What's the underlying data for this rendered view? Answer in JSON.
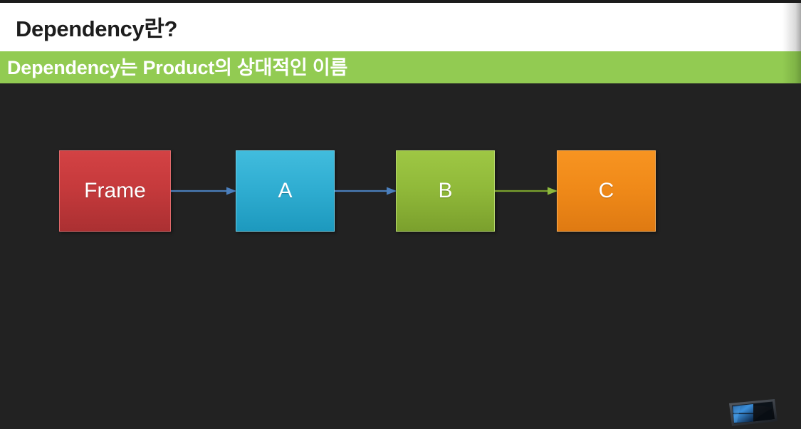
{
  "slide": {
    "title": "Dependency란?",
    "subtitle": "Dependency는 Product의 상대적인 이름",
    "background_color": "#222222",
    "header_background": "#ffffff",
    "subtitle_background": "#92cb52",
    "title_color": "#1d1d1d",
    "subtitle_color": "#ffffff"
  },
  "diagram": {
    "nodes": [
      {
        "id": "frame",
        "label": "Frame",
        "color_top": "#d34244",
        "color_bottom": "#ab3032"
      },
      {
        "id": "a",
        "label": "A",
        "color_top": "#41bcdd",
        "color_bottom": "#1d99be"
      },
      {
        "id": "b",
        "label": "B",
        "color_top": "#9ec744",
        "color_bottom": "#7ba02d"
      },
      {
        "id": "c",
        "label": "C",
        "color_top": "#f79421",
        "color_bottom": "#df7a12"
      }
    ],
    "connectors": [
      {
        "id": "frame-to-a",
        "from": "Frame",
        "to": "A",
        "color": "#4a7ebb"
      },
      {
        "id": "a-to-b",
        "from": "A",
        "to": "B",
        "color": "#4a7ebb"
      },
      {
        "id": "b-to-c",
        "from": "B",
        "to": "C",
        "color": "#7ba22e"
      }
    ]
  },
  "watermark": {
    "icon": "windows-logo-icon",
    "color_light": "#2f7fd0",
    "color_dark": "#111820"
  }
}
